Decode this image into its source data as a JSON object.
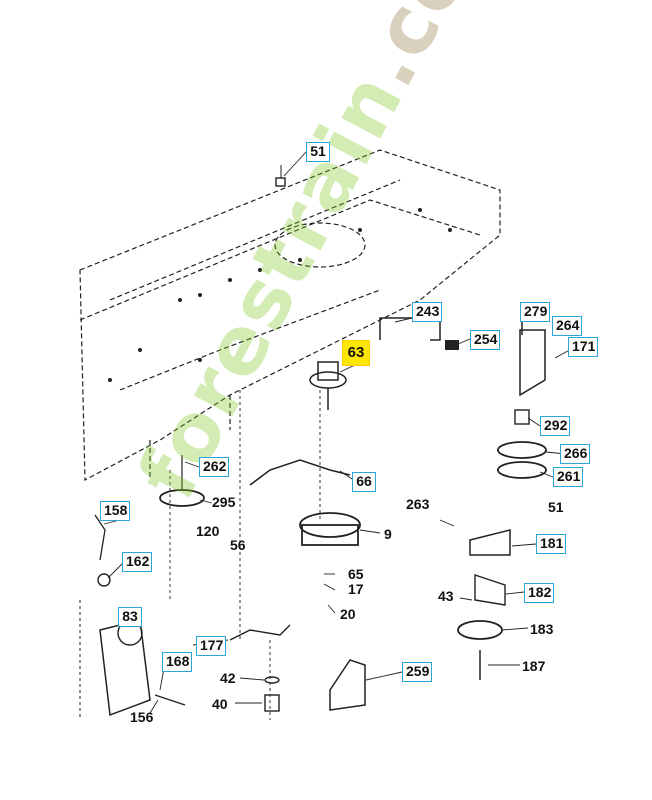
{
  "callouts_boxed": [
    {
      "id": "51a",
      "label": "51"
    },
    {
      "id": "243",
      "label": "243"
    },
    {
      "id": "254",
      "label": "254"
    },
    {
      "id": "279",
      "label": "279"
    },
    {
      "id": "264",
      "label": "264"
    },
    {
      "id": "171",
      "label": "171"
    },
    {
      "id": "63",
      "label": "63",
      "highlight": true
    },
    {
      "id": "292",
      "label": "292"
    },
    {
      "id": "266",
      "label": "266"
    },
    {
      "id": "261",
      "label": "261"
    },
    {
      "id": "262",
      "label": "262"
    },
    {
      "id": "66",
      "label": "66"
    },
    {
      "id": "158",
      "label": "158"
    },
    {
      "id": "162",
      "label": "162"
    },
    {
      "id": "181",
      "label": "181"
    },
    {
      "id": "182",
      "label": "182"
    },
    {
      "id": "83",
      "label": "83"
    },
    {
      "id": "177",
      "label": "177"
    },
    {
      "id": "168",
      "label": "168"
    },
    {
      "id": "259",
      "label": "259"
    }
  ],
  "callouts_plain": [
    {
      "id": "295",
      "label": "295"
    },
    {
      "id": "120",
      "label": "120"
    },
    {
      "id": "56",
      "label": "56"
    },
    {
      "id": "9",
      "label": "9"
    },
    {
      "id": "263",
      "label": "263"
    },
    {
      "id": "51b",
      "label": "51"
    },
    {
      "id": "65",
      "label": "65"
    },
    {
      "id": "17",
      "label": "17"
    },
    {
      "id": "20",
      "label": "20"
    },
    {
      "id": "43",
      "label": "43"
    },
    {
      "id": "183",
      "label": "183"
    },
    {
      "id": "187",
      "label": "187"
    },
    {
      "id": "42",
      "label": "42"
    },
    {
      "id": "40",
      "label": "40"
    },
    {
      "id": "156",
      "label": "156"
    }
  ],
  "watermark": {
    "main": "forestrain",
    "tld": ".com"
  },
  "colors": {
    "callout_border": "#2aa7d8",
    "highlight": "#ffe600",
    "ink": "#111111",
    "watermark_green": "#82c828",
    "watermark_tan": "#aa966e"
  }
}
